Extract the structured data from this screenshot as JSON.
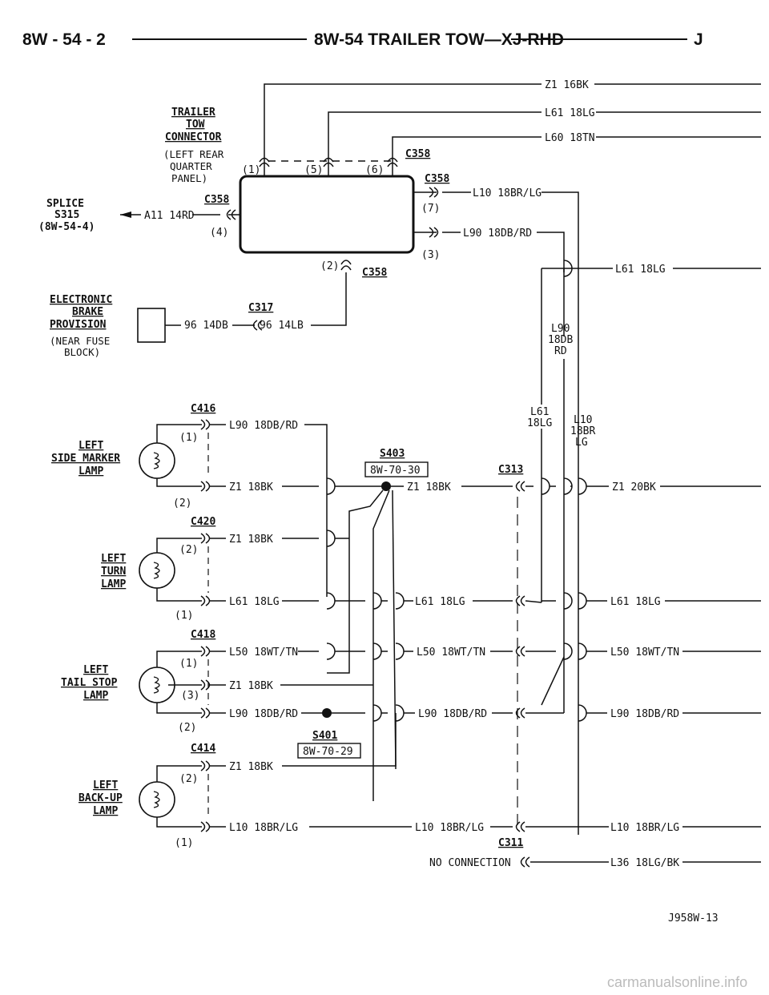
{
  "header": {
    "left": "8W - 54 - 2",
    "title": "8W-54 TRAILER TOW—XJ-RHD",
    "right": "J"
  },
  "trailer_connector": {
    "title": [
      "TRAILER",
      "TOW",
      "CONNECTOR"
    ],
    "location": [
      "(LEFT REAR",
      "QUARTER",
      "PANEL)"
    ],
    "connector": "C358",
    "pins": [
      "(1)",
      "(2)",
      "(3)",
      "(4)",
      "(5)",
      "(6)",
      "(7)"
    ]
  },
  "splice_s315": {
    "lines": [
      "SPLICE",
      "S315",
      "(8W-54-4)"
    ],
    "wire": "A11 14RD"
  },
  "brake_provision": {
    "title": [
      "ELECTRONIC",
      "BRAKE",
      "PROVISION"
    ],
    "location": [
      "(NEAR FUSE",
      "BLOCK)"
    ],
    "connector": "C317",
    "wire_left": "96 14DB",
    "wire_right": "96 14LB"
  },
  "top_wires": [
    "Z1 16BK",
    "L61 18LG",
    "L60 18TN"
  ],
  "connector_wires": [
    "L10 18BR/LG",
    "L90 18DB/RD",
    "L61 18LG"
  ],
  "vertical_labels": {
    "l90": [
      "L90",
      "18DB",
      "RD"
    ],
    "l61": [
      "L61",
      "18LG"
    ],
    "l10": [
      "L10",
      "18BR",
      "LG"
    ]
  },
  "lamps": [
    {
      "title": [
        "LEFT",
        "SIDE MARKER",
        "LAMP"
      ],
      "connector": "C416",
      "pins": [
        "(1)",
        "(2)"
      ],
      "wires": [
        "L90 18DB/RD",
        "Z1 18BK"
      ]
    },
    {
      "title": [
        "LEFT",
        "TURN",
        "LAMP"
      ],
      "connector": "C420",
      "pins": [
        "(2)",
        "(1)"
      ],
      "wires": [
        "Z1 18BK",
        "L61 18LG"
      ]
    },
    {
      "title": [
        "LEFT",
        "TAIL STOP",
        "LAMP"
      ],
      "connector": "C418",
      "pins": [
        "(1)",
        "(3)",
        "(2)"
      ],
      "wires": [
        "L50 18WT/TN",
        "Z1 18BK",
        "L90 18DB/RD"
      ]
    },
    {
      "title": [
        "LEFT",
        "BACK-UP",
        "LAMP"
      ],
      "connector": "C414",
      "pins": [
        "(2)",
        "(1)"
      ],
      "wires": [
        "Z1 18BK",
        "L10 18BR/LG"
      ]
    }
  ],
  "splices": {
    "s403": {
      "name": "S403",
      "ref": "8W-70-30"
    },
    "s401": {
      "name": "S401",
      "ref": "8W-70-29"
    }
  },
  "mid_wires": [
    "Z1 18BK",
    "L61 18LG",
    "L50 18WT/TN",
    "L90 18DB/RD",
    "L10 18BR/LG"
  ],
  "right_wires": [
    "Z1 20BK",
    "L61 18LG",
    "L50 18WT/TN",
    "L90 18DB/RD",
    "L10 18BR/LG",
    "L36 18LG/BK"
  ],
  "c313": "C313",
  "c311": "C311",
  "no_connection": "NO CONNECTION",
  "figure_id": "J958W-13",
  "watermark": "carmanualsonline.info"
}
